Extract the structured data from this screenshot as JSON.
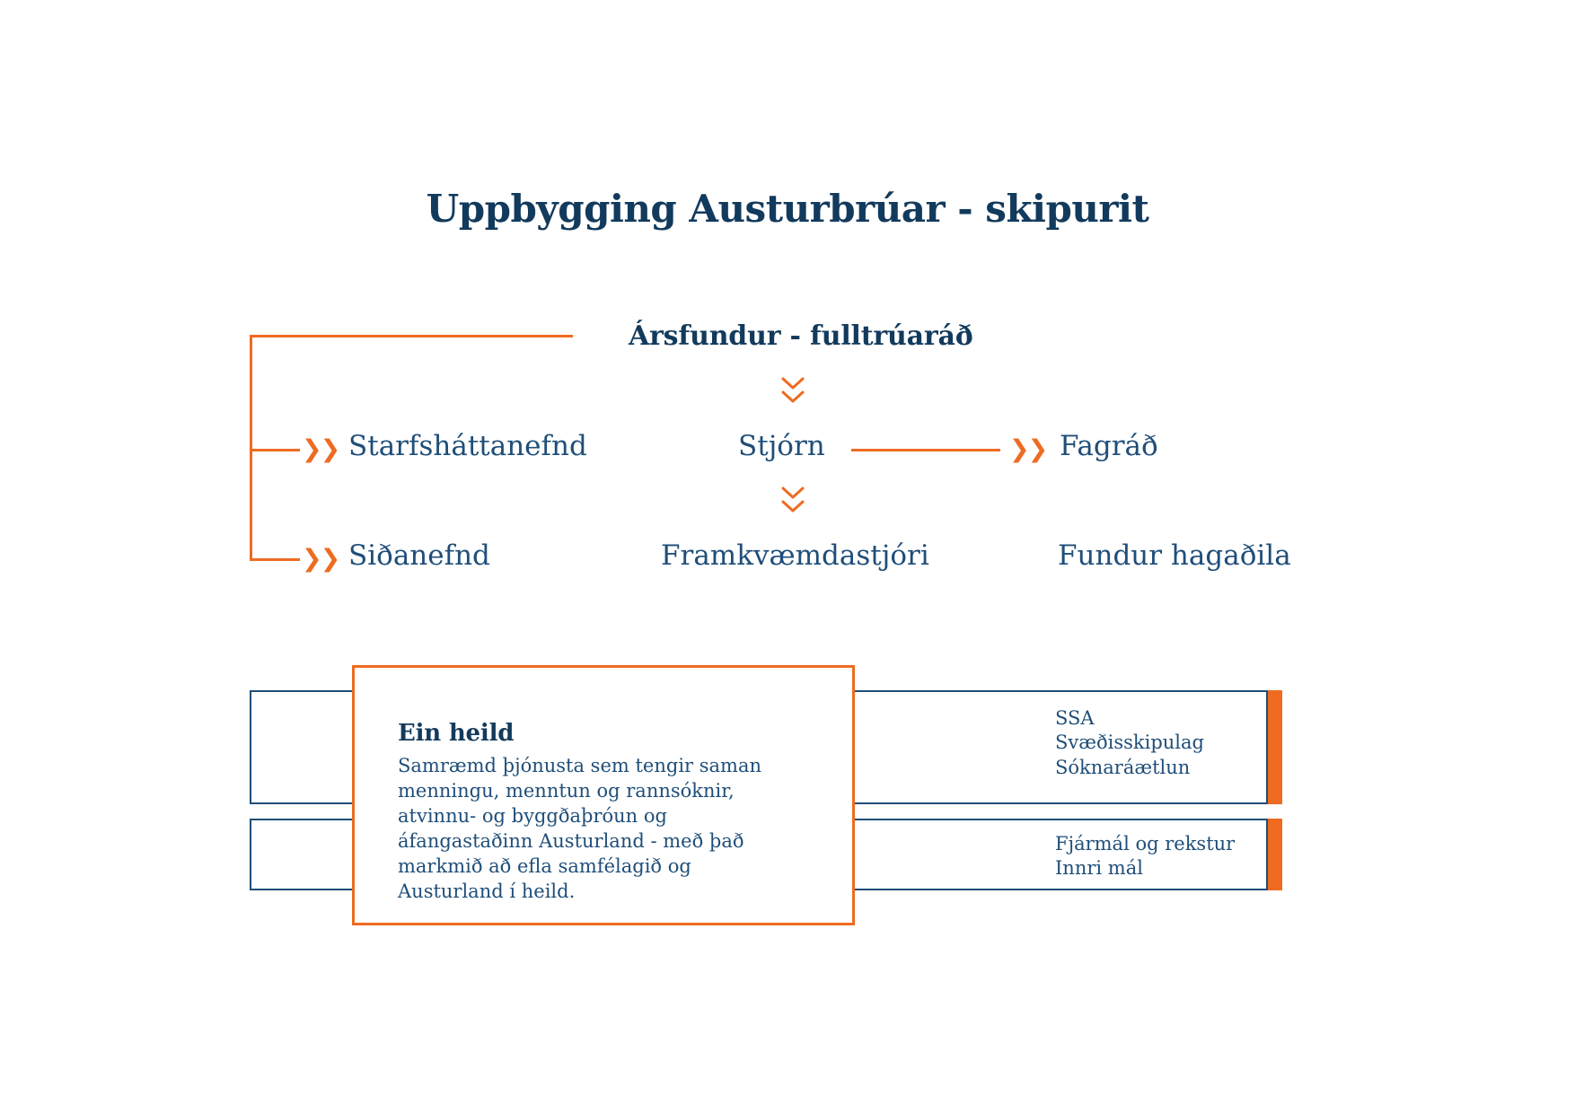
{
  "page": {
    "title": "Uppbygging Austurbrúar - skipurit",
    "accent_orange": "#ee6b21",
    "navy": "#1f4e79",
    "title_navy": "#123a5c",
    "background": "#ffffff"
  },
  "org_chart": {
    "top_node": {
      "label": "Ársfundur - fulltrúaráð"
    },
    "row2": {
      "left": {
        "label": "Starfsháttanefnd",
        "marker": "chevron-right-double-icon"
      },
      "center": {
        "label": "Stjórn"
      },
      "right": {
        "label": "Fagráð",
        "marker": "chevron-right-double-icon"
      }
    },
    "row3": {
      "left": {
        "label": "Siðanefnd",
        "marker": "chevron-right-double-icon"
      },
      "center": {
        "label": "Framkvæmdastjóri"
      },
      "right": {
        "label": "Fundur hagaðila"
      }
    },
    "connectors": {
      "down_arrow_top": "chevron-down-double-icon",
      "down_arrow_bottom": "chevron-down-double-icon"
    }
  },
  "panels": [
    {
      "text": "SSA\nSvæðisskipulag\nSóknaráætlun"
    },
    {
      "text": "Fjármál og rekstur\nInnri mál"
    }
  ],
  "card": {
    "title": "Ein heild",
    "body": "Samræmd þjónusta sem tengir saman menningu, menntun og rannsóknir, atvinnu- og byggðaþróun og áfangastaðinn Austurland - með það markmið að efla samfélagið og Austurland í heild."
  }
}
